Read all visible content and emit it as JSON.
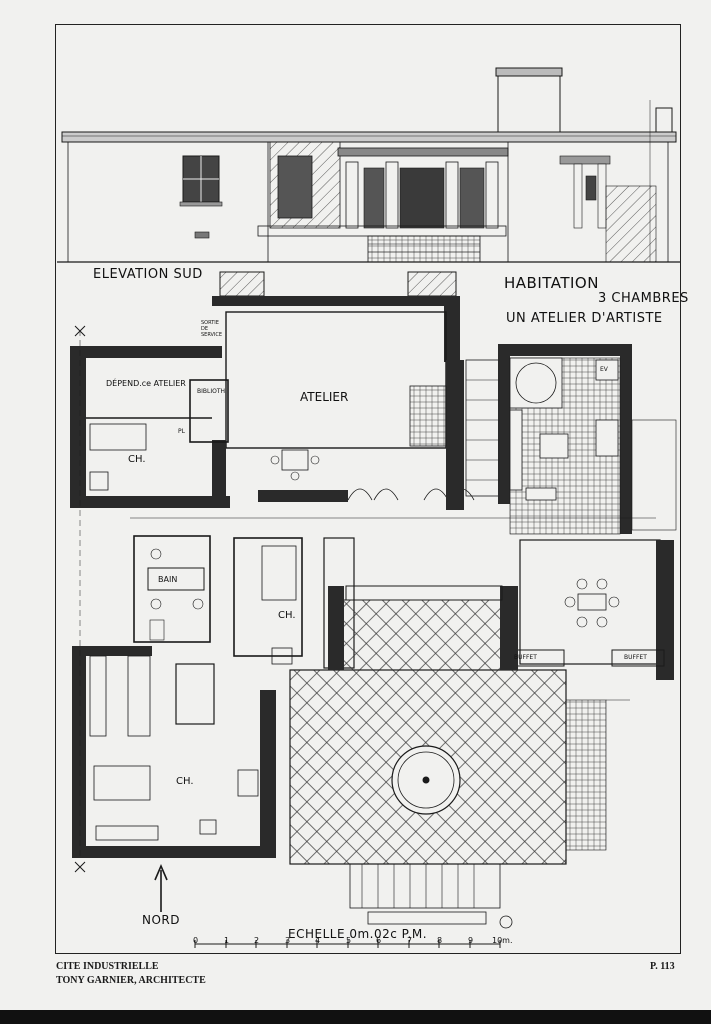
{
  "elevation": {
    "label": "ELEVATION SUD"
  },
  "title": {
    "line1": "HABITATION",
    "line2": "3 CHAMBRES",
    "line3": "UN ATELIER D'ARTISTE"
  },
  "rooms": {
    "atelier": "ATELIER",
    "dependance": "DÉPEND.ce ATELIER",
    "biblioth": "BIBLIOTH.",
    "sortie": "SORTIE DE SERVICE",
    "bain": "BAIN",
    "ch1": "CH.",
    "ch2": "CH.",
    "ch3": "CH.",
    "buffet1": "BUFFET",
    "buffet2": "BUFFET",
    "pl": "PL",
    "ev": "EV"
  },
  "north": {
    "label": "NORD"
  },
  "scale": {
    "label": "ECHELLE 0m.02c P.M.",
    "ticks": [
      "0",
      "1",
      "2",
      "3",
      "4",
      "5",
      "6",
      "7",
      "8",
      "9",
      "10m."
    ]
  },
  "footer": {
    "line1": "CITE INDUSTRIELLE",
    "line2": "TONY GARNIER, ARCHITECTE",
    "page": "P. 113"
  },
  "colors": {
    "ink": "#1a1a1a",
    "paper": "#f1f1ef"
  }
}
